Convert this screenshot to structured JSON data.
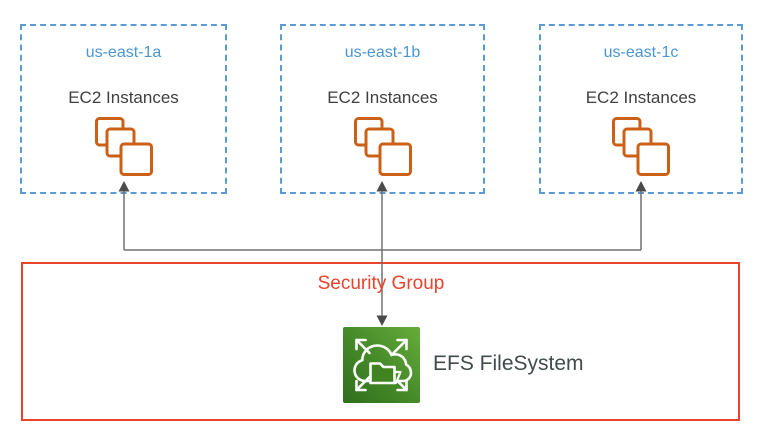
{
  "zones": [
    {
      "title": "us-east-1a",
      "label": "EC2 Instances"
    },
    {
      "title": "us-east-1b",
      "label": "EC2 Instances"
    },
    {
      "title": "us-east-1c",
      "label": "EC2 Instances"
    }
  ],
  "security_group": {
    "label": "Security Group"
  },
  "efs": {
    "label": "EFS FileSystem"
  },
  "icons": {
    "ec2": "stacked-squares-ec2-instances",
    "efs": "cloud-folder-expand-arrows"
  },
  "colors": {
    "zone_border_blue": "#5B9BD5",
    "zone_title_blue": "#4A96D2",
    "body_text_gray": "#404040",
    "efs_text_gray": "#424A4C",
    "ec2_icon_orange": "#CB6016",
    "security_group_red": "#E8432C",
    "connector_gray": "#707070",
    "arrowhead_gray": "#4A4A4A",
    "efs_green_dark": "#2F6E1C",
    "efs_green_light": "#67AC3B"
  }
}
